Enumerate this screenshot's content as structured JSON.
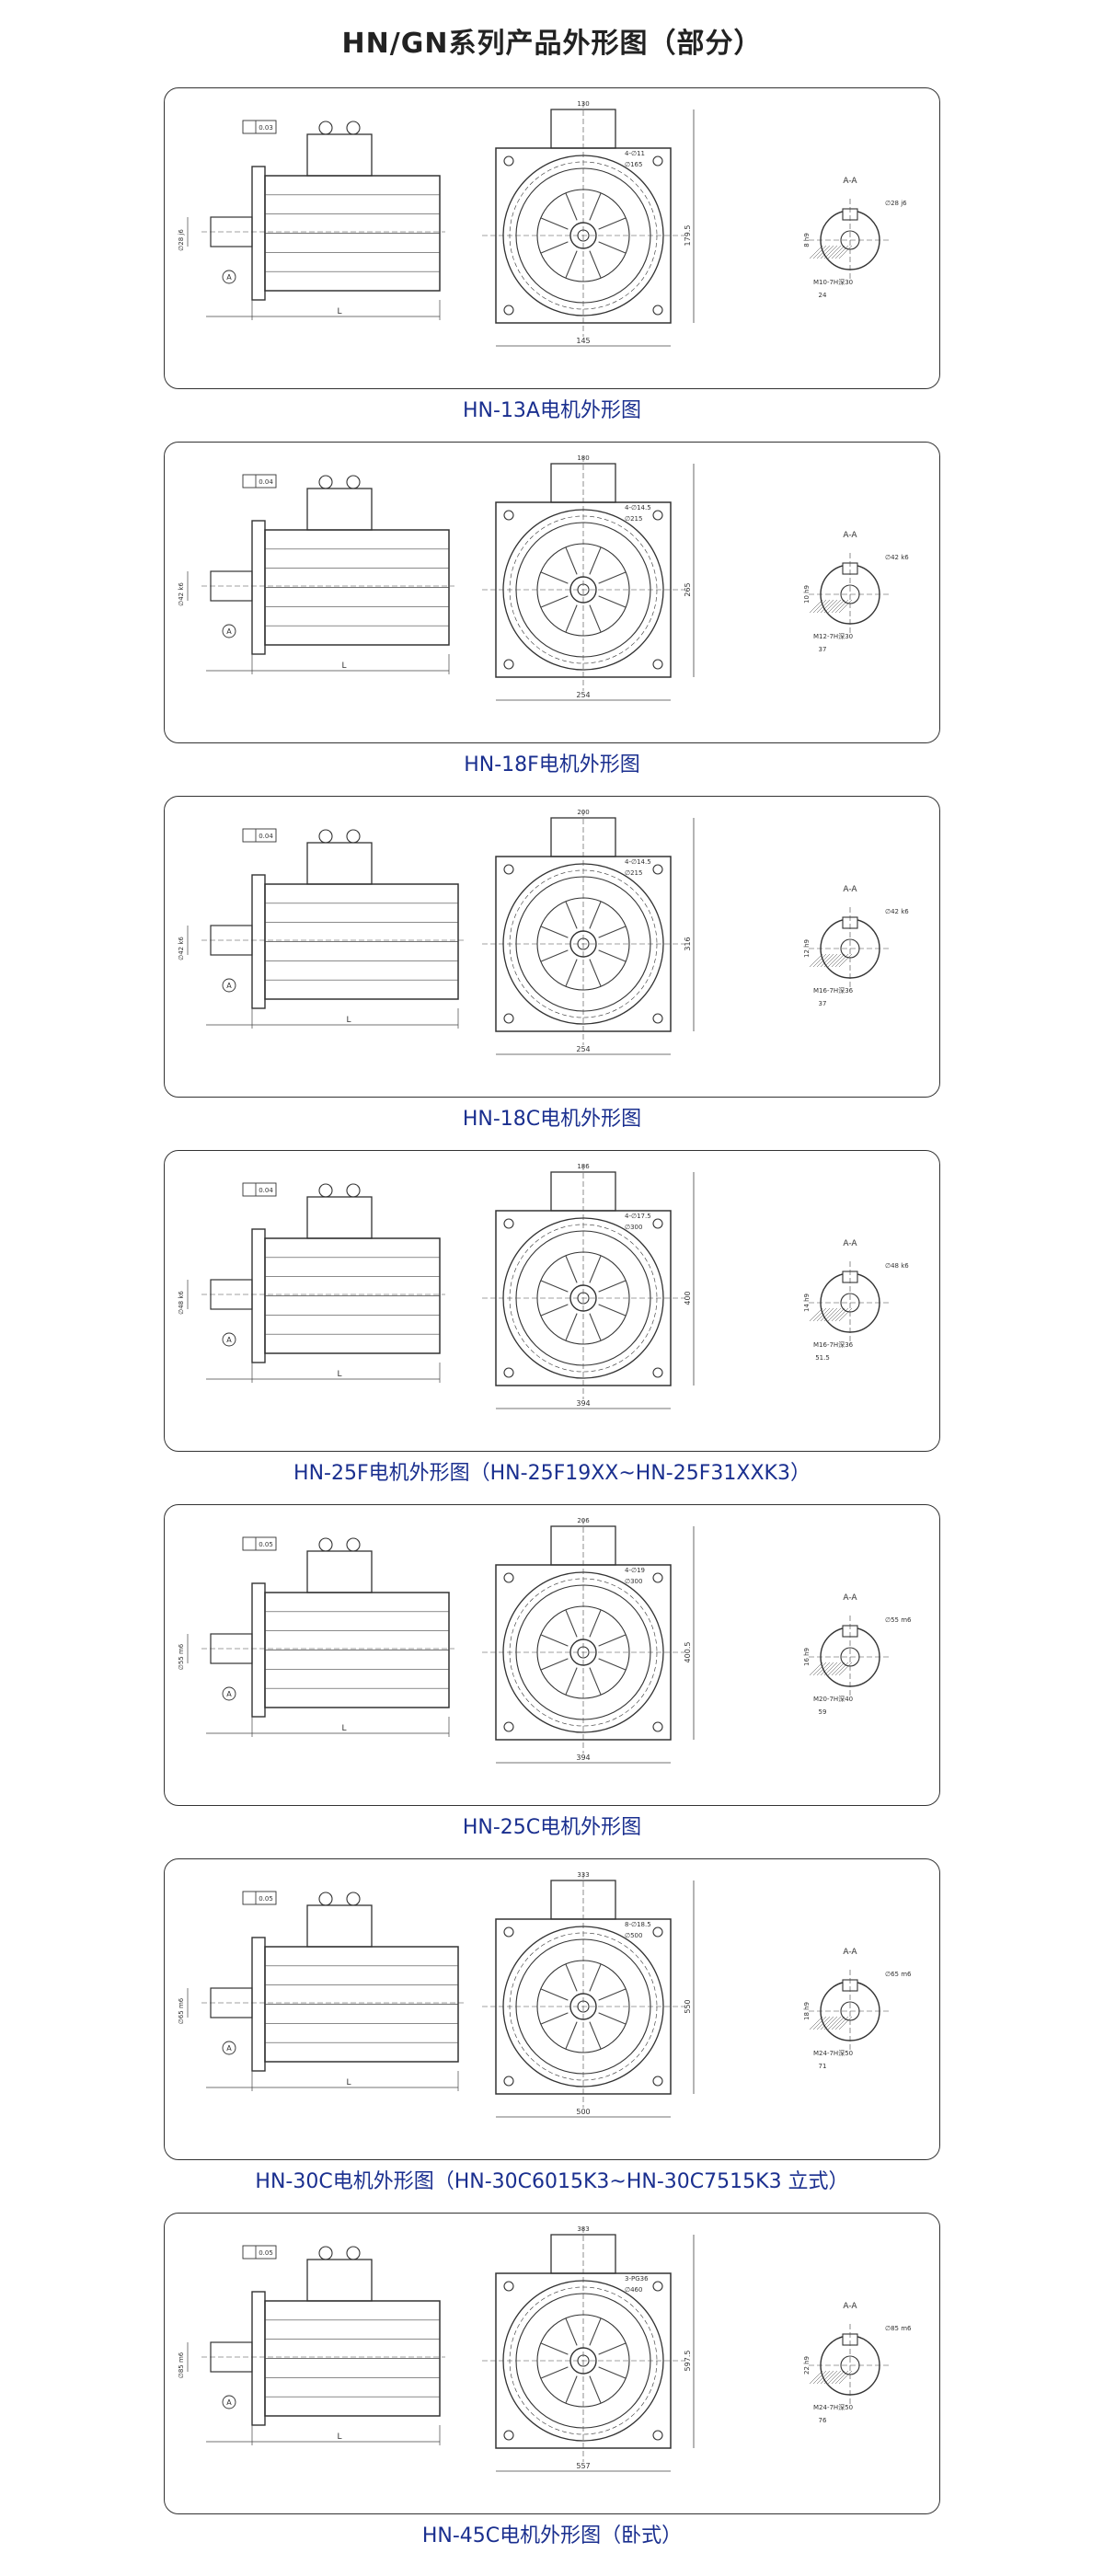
{
  "page": {
    "title": "HN/GN系列产品外形图（部分）"
  },
  "drawings": [
    {
      "caption": "HN-13A电机外形图",
      "section_label": "A-A",
      "dims": {
        "length": "L",
        "width": "145",
        "height": "179.5",
        "bolt": "4-∅11",
        "pcd": "∅165",
        "flange": "130",
        "key": "8 h9",
        "shaft": "∅28 j6",
        "thread": "M10-7H深30",
        "extra": "24",
        "tol": "0.03"
      }
    },
    {
      "caption": "HN-18F电机外形图",
      "section_label": "A-A",
      "dims": {
        "length": "L",
        "width": "254",
        "height": "265",
        "bolt": "4-∅14.5",
        "pcd": "∅215",
        "flange": "180",
        "key": "10 h9",
        "shaft": "∅42 k6",
        "thread": "M12-7H深30",
        "extra": "37",
        "tol": "0.04"
      }
    },
    {
      "caption": "HN-18C电机外形图",
      "section_label": "A-A",
      "dims": {
        "length": "L",
        "width": "254",
        "height": "316",
        "bolt": "4-∅14.5",
        "pcd": "∅215",
        "flange": "200",
        "key": "12 h9",
        "shaft": "∅42 k6",
        "thread": "M16-7H深36",
        "extra": "37",
        "tol": "0.04"
      }
    },
    {
      "caption": "HN-25F电机外形图（HN-25F19XX~HN-25F31XXK3）",
      "section_label": "A-A",
      "dims": {
        "length": "L",
        "width": "394",
        "height": "400",
        "bolt": "4-∅17.5",
        "pcd": "∅300",
        "flange": "186",
        "key": "14 h9",
        "shaft": "∅48 k6",
        "thread": "M16-7H深36",
        "extra": "51.5",
        "tol": "0.04"
      }
    },
    {
      "caption": "HN-25C电机外形图",
      "section_label": "A-A",
      "dims": {
        "length": "L",
        "width": "394",
        "height": "400.5",
        "bolt": "4-∅19",
        "pcd": "∅300",
        "flange": "206",
        "key": "16 h9",
        "shaft": "∅55 m6",
        "thread": "M20-7H深40",
        "extra": "59",
        "tol": "0.05"
      }
    },
    {
      "caption": "HN-30C电机外形图（HN-30C6015K3~HN-30C7515K3 立式）",
      "section_label": "A-A",
      "dims": {
        "length": "L",
        "width": "500",
        "height": "550",
        "bolt": "8-∅18.5",
        "pcd": "∅500",
        "flange": "333",
        "key": "18 h9",
        "shaft": "∅65 m6",
        "thread": "M24-7H深50",
        "extra": "71",
        "tol": "0.05"
      }
    },
    {
      "caption": "HN-45C电机外形图（卧式）",
      "section_label": "A-A",
      "dims": {
        "length": "L",
        "width": "557",
        "height": "597.5",
        "bolt": "3-PG36",
        "pcd": "∅460",
        "flange": "383",
        "key": "22 h9",
        "shaft": "∅85 m6",
        "thread": "M24-7H深50",
        "extra": "76",
        "tol": "0.05"
      }
    }
  ]
}
